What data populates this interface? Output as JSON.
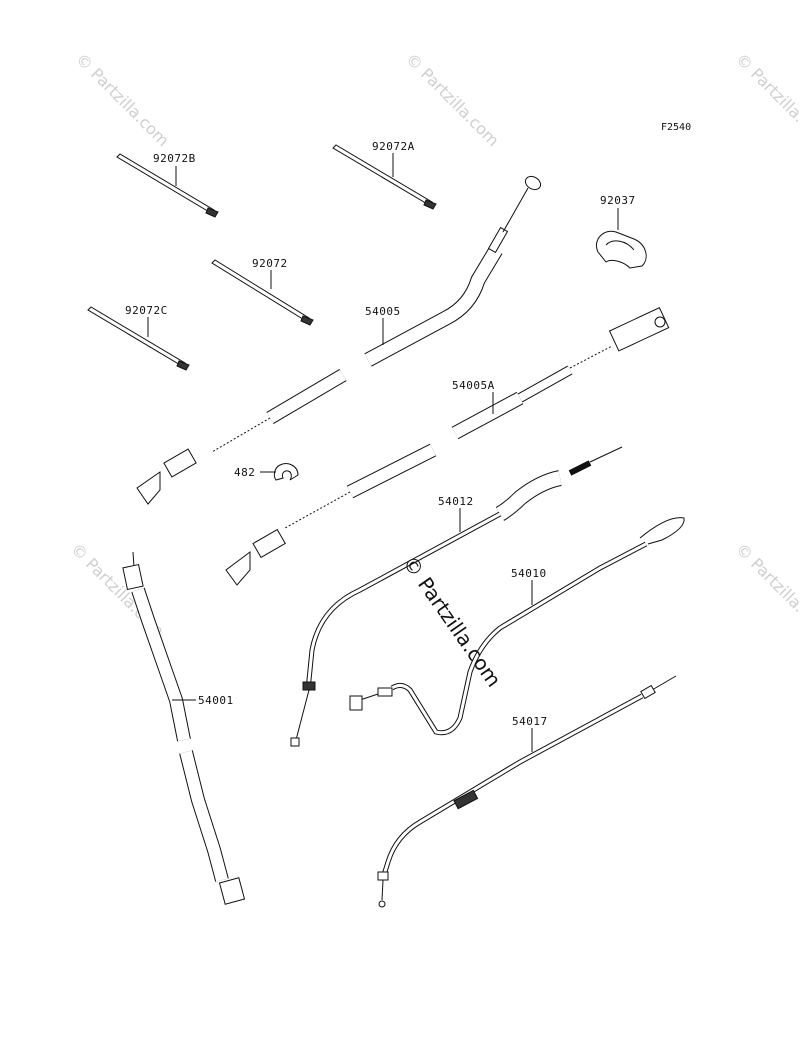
{
  "figure_code": "F2540",
  "watermark": {
    "text": "Partzilla.com",
    "copyright_symbol": "©"
  },
  "parts": {
    "p92072B": "92072B",
    "p92072A": "92072A",
    "p92072": "92072",
    "p92072C": "92072C",
    "p92037": "92037",
    "p54005": "54005",
    "p54005A": "54005A",
    "p482": "482",
    "p54012": "54012",
    "p54010": "54010",
    "p54001": "54001",
    "p54017": "54017"
  }
}
